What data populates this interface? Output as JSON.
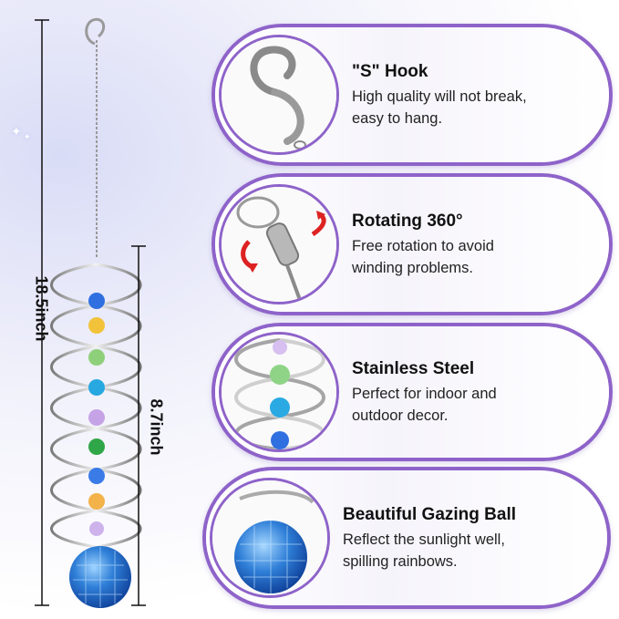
{
  "product": {
    "dimensions": {
      "total_length": "18.5inch",
      "spiral_length": "8.7inch"
    }
  },
  "features": [
    {
      "title": "\"S\" Hook",
      "desc_line1": "High quality will not break,",
      "desc_line2": "easy to hang.",
      "image_icon": "s-hook-icon"
    },
    {
      "title": "Rotating 360°",
      "desc_line1": "Free rotation to avoid",
      "desc_line2": "winding problems.",
      "image_icon": "swivel-icon"
    },
    {
      "title": "Stainless Steel",
      "desc_line1": "Perfect for indoor and",
      "desc_line2": "outdoor decor.",
      "image_icon": "spiral-icon"
    },
    {
      "title": "Beautiful Gazing Ball",
      "desc_line1": "Reflect the sunlight well,",
      "desc_line2": "spilling rainbows.",
      "image_icon": "crystal-ball-icon"
    }
  ],
  "colors": {
    "panel_border": "#8e63c9",
    "crystal_colors": [
      "#2f6fe0",
      "#f2c23a",
      "#8ed07a",
      "#27a8e0",
      "#c6a3e6",
      "#2fa648",
      "#3a7be8",
      "#f3b24a",
      "#cdb2ec"
    ],
    "ball": "#2f7fd8"
  }
}
